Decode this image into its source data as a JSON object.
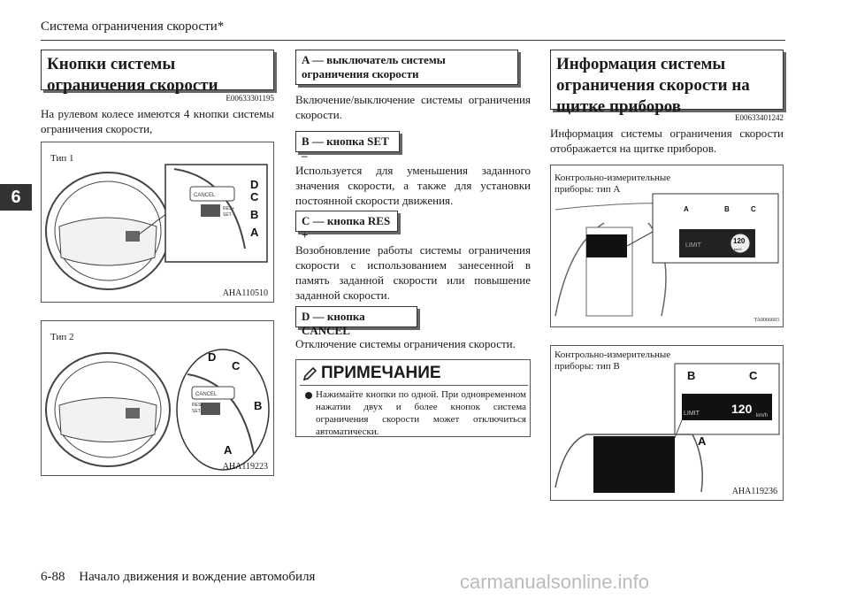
{
  "header": {
    "title": "Система ограничения скорости*"
  },
  "chapter": {
    "number": "6"
  },
  "col1": {
    "heading": "Кнопки системы ограничения скорости",
    "code": "E00633301195",
    "text": "На рулевом колесе имеются 4 кнопки системы ограничения скорости,",
    "fig1": {
      "label": "Тип 1",
      "code": "AHA110510",
      "letters": [
        "D",
        "C",
        "B",
        "A"
      ],
      "button_text": [
        "CANCEL",
        "RES+",
        "SET-"
      ]
    },
    "fig2": {
      "label": "Тип 2",
      "code": "AHA119223",
      "letters": [
        "D",
        "C",
        "B",
        "A"
      ],
      "button_text": [
        "CANCEL",
        "RES+",
        "SET-"
      ]
    }
  },
  "col2": {
    "items": [
      {
        "heading": "A — выключатель системы ограничения скорости",
        "text": "Включение/выключение системы ограничения скорости."
      },
      {
        "heading": "B — кнопка SET –",
        "text": "Используется для уменьшения заданного значения скорости, а также для установки постоянной скорости движения."
      },
      {
        "heading": "C — кнопка RES +",
        "text": "Возобновление работы системы ограничения скорости с использованием занесенной в память заданной скорости или повышение заданной скорости."
      },
      {
        "heading": "D — кнопка CANCEL",
        "text": "Отключение системы ограничения скорости."
      }
    ],
    "note": {
      "title": "ПРИМЕЧАНИЕ",
      "text": "Нажимайте кнопки по одной. При одновременном нажатии двух и более кнопок система ограничения скорости может отключиться автоматически."
    }
  },
  "col3": {
    "heading": "Информация системы ограничения скорости на щитке приборов",
    "code": "E00633401242",
    "text": "Информация системы ограничения скорости отображается на щитке приборов.",
    "figA": {
      "label": "Контрольно-измерительные приборы: тип A",
      "code": "TA0066603",
      "letters": [
        "A",
        "B",
        "C"
      ],
      "display": {
        "limit": "LIMIT",
        "speed": "120",
        "unit": "km/h"
      }
    },
    "figB": {
      "label": "Контрольно-измерительные приборы: тип B",
      "code": "AHA119236",
      "letters": [
        "B",
        "C",
        "A"
      ],
      "display": {
        "limit": "LIMIT",
        "speed": "120",
        "unit": "km/h"
      }
    }
  },
  "footer": {
    "page": "6-88",
    "chapter_title": "Начало движения и вождение автомобиля"
  },
  "watermark": "carmanualsonline.info"
}
